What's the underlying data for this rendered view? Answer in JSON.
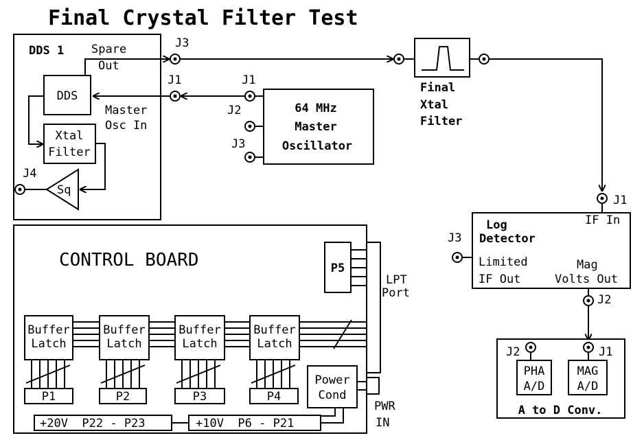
{
  "title": "Final Crystal Filter Test",
  "dds_module": {
    "label": "DDS 1",
    "spare_out": [
      "Spare",
      "Out"
    ],
    "dds_block": "DDS",
    "master_osc_in": [
      "Master",
      "Osc In"
    ],
    "xtal_filter": [
      "Xtal",
      "Filter"
    ],
    "squarer": "Sq",
    "j3": "J3",
    "j1": "J1",
    "j4": "J4"
  },
  "master_oscillator": {
    "lines": [
      "64 MHz",
      "Master",
      "Oscillator"
    ],
    "j1": "J1",
    "j2": "J2",
    "j3": "J3"
  },
  "final_filter": {
    "lines": [
      "Final",
      "Xtal",
      "Filter"
    ]
  },
  "log_detector": {
    "title": [
      "Log",
      "Detector"
    ],
    "if_in": "IF In",
    "j1": "J1",
    "j3": "J3",
    "limited_if_out": [
      "Limited",
      "IF Out"
    ],
    "mag_volts_out": [
      "Mag",
      "Volts Out"
    ],
    "j2": "J2"
  },
  "ad_converter": {
    "j2": "J2",
    "j1": "J1",
    "pha": [
      "PHA",
      "A/D"
    ],
    "mag": [
      "MAG",
      "A/D"
    ],
    "title": "A to D Conv."
  },
  "control_board": {
    "title": "CONTROL BOARD",
    "p5": "P5",
    "lpt_port": [
      "LPT",
      "Port"
    ],
    "latches": [
      [
        "Buffer",
        "Latch"
      ],
      [
        "Buffer",
        "Latch"
      ],
      [
        "Buffer",
        "Latch"
      ],
      [
        "Buffer",
        "Latch"
      ]
    ],
    "ports": [
      "P1",
      "P2",
      "P3",
      "P4"
    ],
    "power_cond": [
      "Power",
      "Cond"
    ],
    "pwr_in": [
      "PWR",
      "IN"
    ],
    "rail_20v": "+20V  P22 - P23",
    "rail_10v": "+10V  P6 - P21"
  }
}
